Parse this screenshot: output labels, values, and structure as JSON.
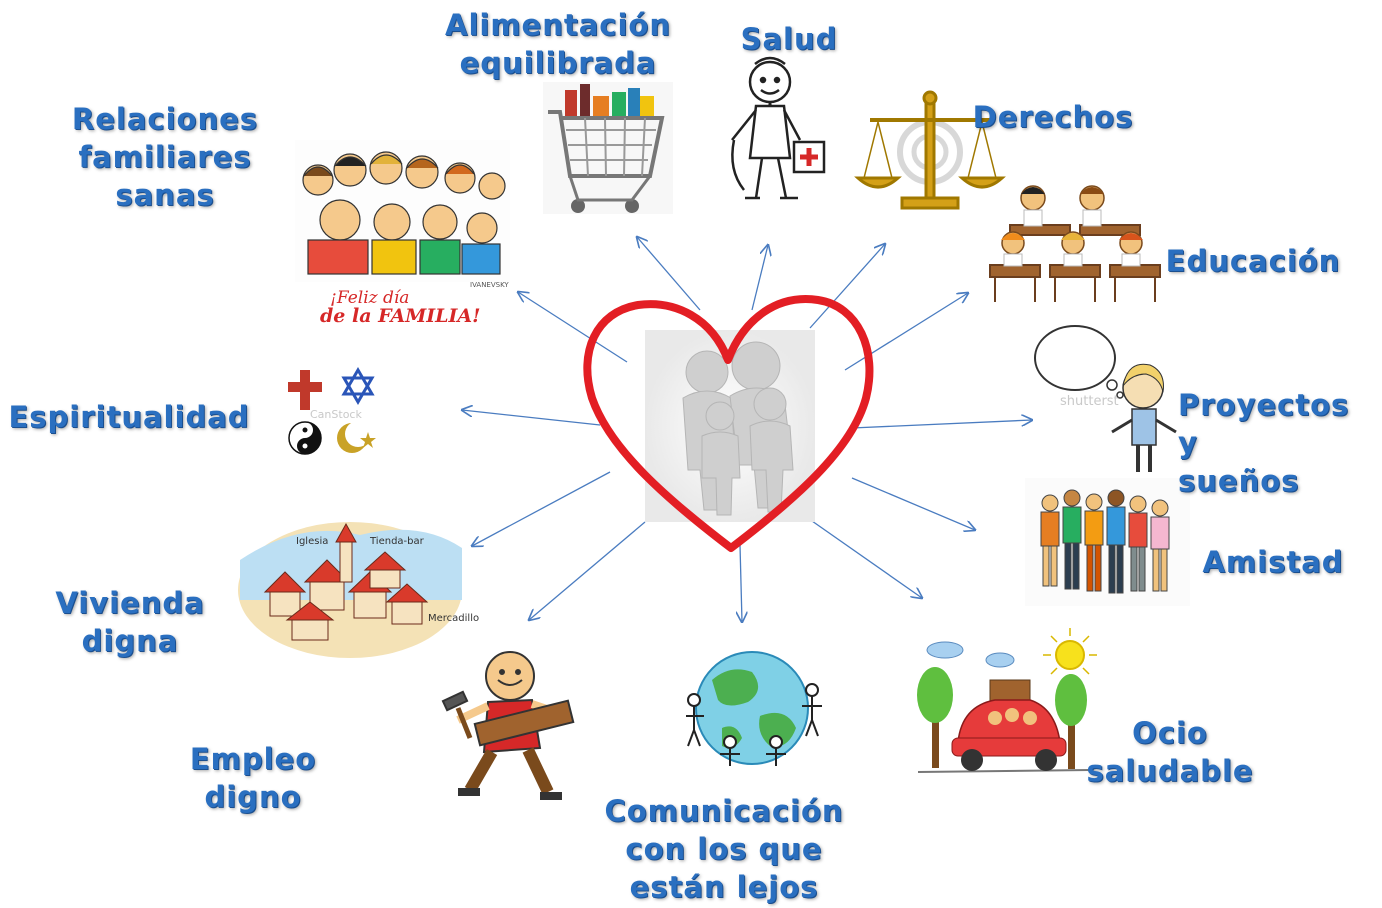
{
  "colors": {
    "label_text": "#2a6fc0",
    "arrow": "#4a7cc0",
    "heart": "#e31e24"
  },
  "center": {
    "icon": "family-figures-icon",
    "frame": "heart-outline-icon"
  },
  "nodes": [
    {
      "id": "alimentacion",
      "label": "Alimentación\nequilibrada",
      "icon": "shopping-cart-icon"
    },
    {
      "id": "salud",
      "label": "Salud",
      "icon": "doctor-icon"
    },
    {
      "id": "derechos",
      "label": "Derechos",
      "icon": "balance-scale-icon"
    },
    {
      "id": "educacion",
      "label": "Educación",
      "icon": "classroom-icon"
    },
    {
      "id": "proyectos",
      "label": "Proyectos y\nsueños",
      "icon": "thinking-child-icon"
    },
    {
      "id": "amistad",
      "label": "Amistad",
      "icon": "group-of-friends-icon"
    },
    {
      "id": "ocio",
      "label": "Ocio\nsaludable",
      "icon": "family-car-trip-icon"
    },
    {
      "id": "comunicacion",
      "label": "Comunicación\ncon los que\nestán lejos",
      "icon": "world-globe-people-icon"
    },
    {
      "id": "empleo",
      "label": "Empleo\ndigno",
      "icon": "worker-icon"
    },
    {
      "id": "vivienda",
      "label": "Vivienda\ndigna",
      "icon": "village-houses-icon"
    },
    {
      "id": "espiritualidad",
      "label": "Espiritualidad",
      "icon": "religious-symbols-icon"
    },
    {
      "id": "relaciones",
      "label": "Relaciones\nfamiliares\nsanas",
      "icon": "family-cartoon-icon"
    }
  ],
  "illustrations": {
    "family_banner": "¡Feliz día\nde la FAMILIA!",
    "family_signature": "IVANEVSKY",
    "religion_watermark": "CanStock",
    "thinking_watermark": "shutterst",
    "village_labels": [
      "Iglesia",
      "Tienda-bar",
      "Mercadillo"
    ]
  }
}
